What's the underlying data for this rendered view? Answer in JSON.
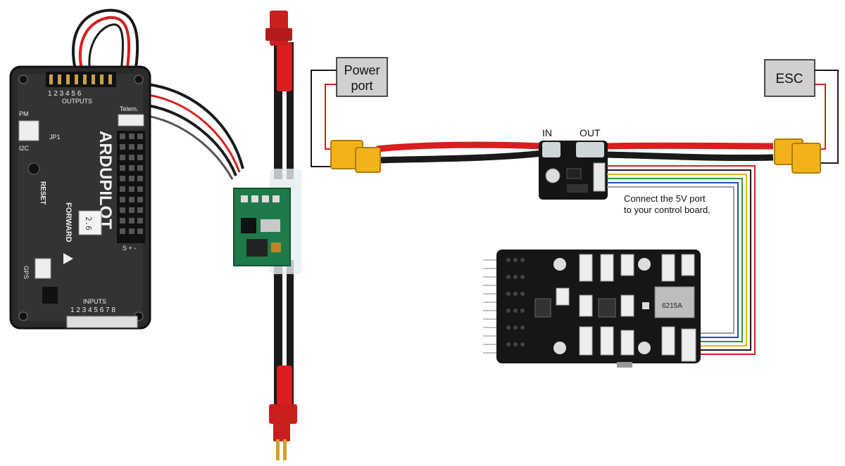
{
  "apm_board": {
    "brand": "ARDUPILOT",
    "outputs_label": "OUTPUTS",
    "output_numbers": "1 2 3 4 5 6",
    "inputs_label": "INPUTS",
    "input_numbers": "1 2 3 4 5 6 7 8",
    "pm_label": "PM",
    "jp1_label": "JP1",
    "i2c_label": "I2C",
    "reset_label": "RESET",
    "forward_label": "FORWARD",
    "gps_label": "GPS",
    "telem_label": "Telem.",
    "version_sticker": "2.6",
    "pin_legend": "S + -"
  },
  "diagram": {
    "power_port_line1": "Power",
    "power_port_line2": "port",
    "esc_label": "ESC",
    "in_label": "IN",
    "out_label": "OUT",
    "note_line1": "Connect the 5V port",
    "note_line2": "to your control board."
  },
  "flight_controller": {
    "sd_chip_label": "6215A"
  },
  "colors": {
    "wire_red": "#d81e1e",
    "wire_black": "#1a1a1a",
    "xt60_yellow": "#f2b21a",
    "board_black": "#161616",
    "box_gray": "#d0d0d0"
  }
}
